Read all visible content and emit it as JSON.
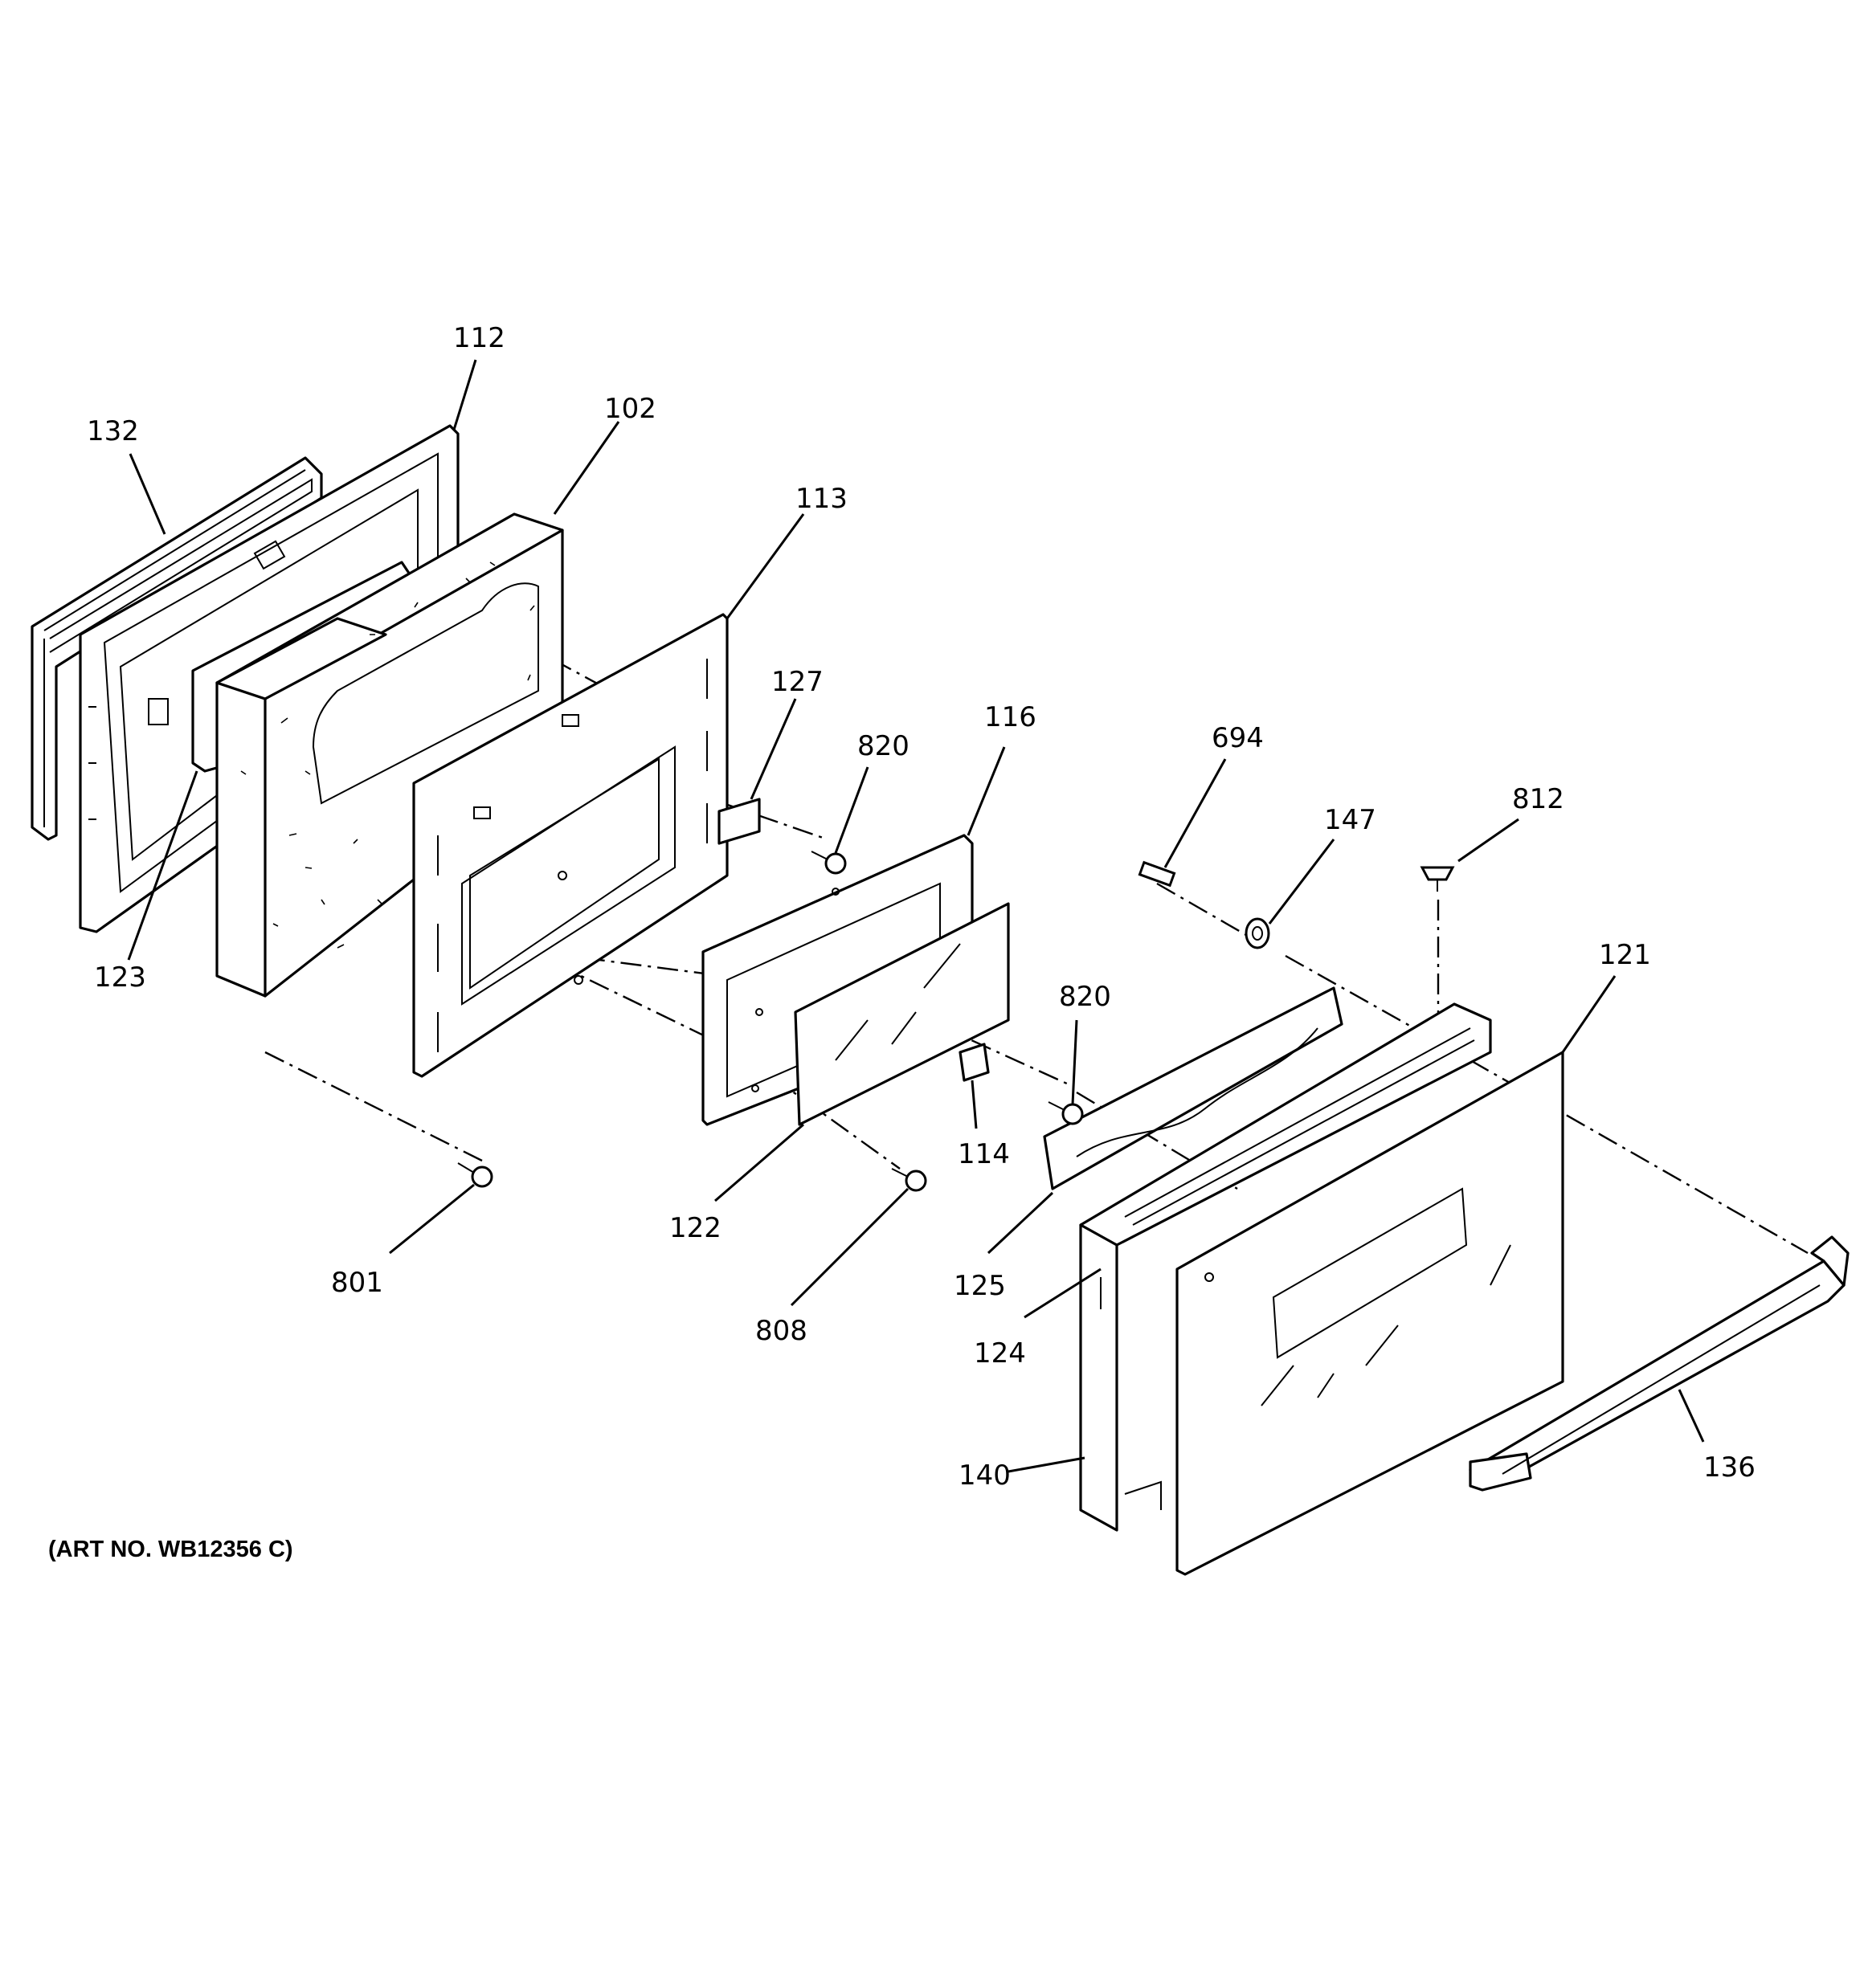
{
  "art_number": "(ART NO. WB12356 C)",
  "callouts": [
    {
      "id": "c112",
      "text": "112"
    },
    {
      "id": "c132",
      "text": "132"
    },
    {
      "id": "c102",
      "text": "102"
    },
    {
      "id": "c113",
      "text": "113"
    },
    {
      "id": "c127",
      "text": "127"
    },
    {
      "id": "c820a",
      "text": "820"
    },
    {
      "id": "c116",
      "text": "116"
    },
    {
      "id": "c694",
      "text": "694"
    },
    {
      "id": "c147",
      "text": "147"
    },
    {
      "id": "c812",
      "text": "812"
    },
    {
      "id": "c121",
      "text": "121"
    },
    {
      "id": "c123",
      "text": "123"
    },
    {
      "id": "c820b",
      "text": "820"
    },
    {
      "id": "c114",
      "text": "114"
    },
    {
      "id": "c122",
      "text": "122"
    },
    {
      "id": "c801",
      "text": "801"
    },
    {
      "id": "c808",
      "text": "808"
    },
    {
      "id": "c125",
      "text": "125"
    },
    {
      "id": "c124",
      "text": "124"
    },
    {
      "id": "c140",
      "text": "140"
    },
    {
      "id": "c136",
      "text": "136"
    }
  ]
}
